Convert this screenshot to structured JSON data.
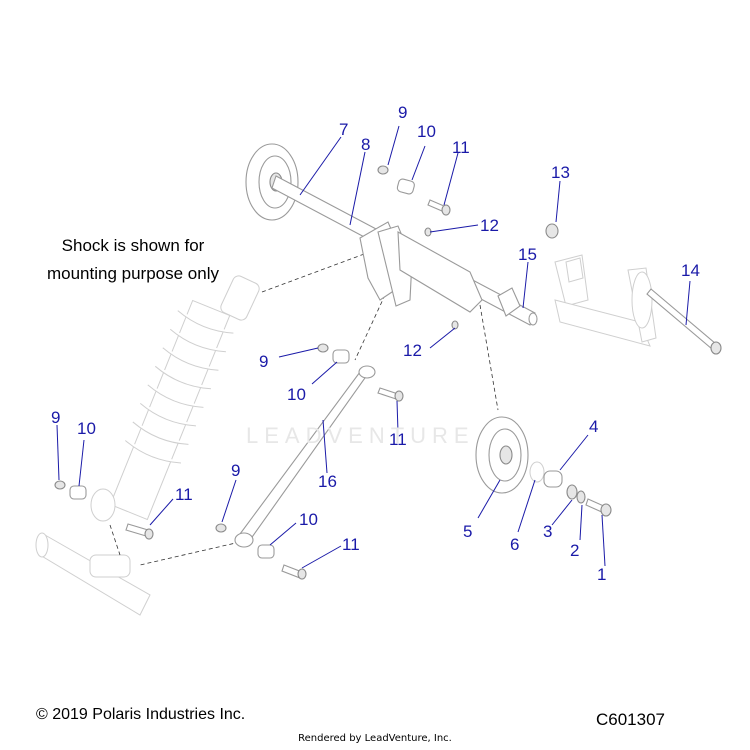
{
  "note": "Shock is shown for\nmounting purpose only",
  "watermark": "LEADVENTURE",
  "copyright": "© 2019 Polaris Industries Inc.",
  "diagram_code": "C601307",
  "rendered_by": "Rendered by LeadVenture, Inc.",
  "callouts": {
    "c7": "7",
    "c8": "8",
    "c9a": "9",
    "c10a": "10",
    "c11a": "11",
    "c12a": "12",
    "c13": "13",
    "c14": "14",
    "c15": "15",
    "c12b": "12",
    "c9b": "9",
    "c10b": "10",
    "c11b": "11",
    "c16": "16",
    "c4": "4",
    "c9c": "9",
    "c10c": "10",
    "c9d": "9",
    "c11c": "11",
    "c10d": "10",
    "c11d": "11",
    "c5": "5",
    "c6": "6",
    "c3": "3",
    "c2": "2",
    "c1": "1"
  },
  "colors": {
    "callout": "#1a1aa8",
    "line_art": "#9a9a9a"
  }
}
